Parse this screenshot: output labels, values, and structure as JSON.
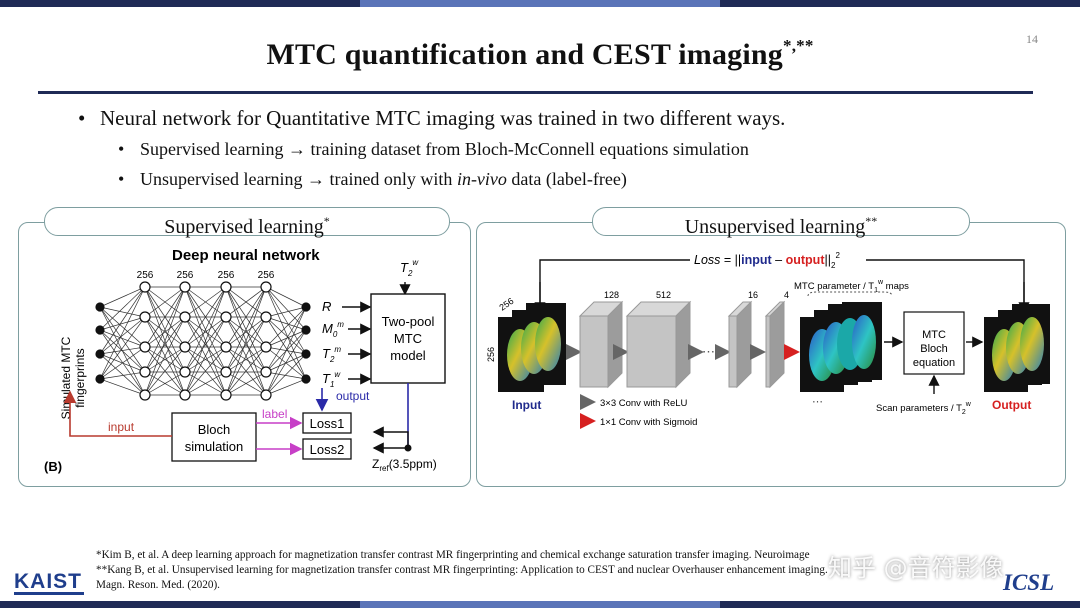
{
  "slide_number": "14",
  "title": "MTC quantification and CEST imaging",
  "title_sup": "*,**",
  "colors": {
    "navy": "#1f2a56",
    "teal_border": "#7e9ea0",
    "red": "#c0392b",
    "purple": "#c73fc7",
    "blue": "#2a2aa8"
  },
  "bullets": {
    "main": "Neural network for Quantitative MTC imaging was trained in two different ways.",
    "sub1": "Supervised learning → training dataset from Bloch-McConnell equations simulation",
    "sub2_pre": "Unsupervised learning → trained only with ",
    "sub2_em": "in-vivo",
    "sub2_post": " data (label-free)"
  },
  "supervised": {
    "label": "Supervised learning",
    "label_sup": "*",
    "heading": "Deep neural network",
    "layer_sizes": [
      "256",
      "256",
      "256",
      "256"
    ],
    "input_label_line1": "Simulated MTC",
    "input_label_line2": "fingerprints",
    "outputs": [
      "R",
      "M",
      "T",
      "T"
    ],
    "output_subs": [
      "",
      "0",
      "2",
      "1"
    ],
    "output_sups": [
      "",
      "m",
      "m",
      "w"
    ],
    "t2w": "T",
    "t2w_sub": "2",
    "t2w_sup": "w",
    "model_line1": "Two-pool",
    "model_line2": "MTC",
    "model_line3": "model",
    "output_word": "output",
    "label_word": "label",
    "input_word": "input",
    "bloch_line1": "Bloch",
    "bloch_line2": "simulation",
    "loss1": "Loss1",
    "loss2": "Loss2",
    "zref": "Z",
    "zref_sub": "ref",
    "zref_post": "(3.5ppm)",
    "panel_tag": "(B)"
  },
  "unsupervised": {
    "label": "Unsupervised learning",
    "label_sup": "**",
    "loss_pre": "Loss",
    "loss_eq": " = ||",
    "loss_input": "input",
    "loss_minus": " – ",
    "loss_output": "output",
    "loss_post": "||",
    "loss_sub": "2",
    "loss_sup": "2",
    "sizes": [
      "256",
      "256",
      "128",
      "512",
      "16",
      "4"
    ],
    "mtc_maps_pre": "MTC parameter / T",
    "mtc_maps_sub": "1",
    "mtc_maps_sup": "w",
    "mtc_maps_post": " maps",
    "eq_line1": "MTC",
    "eq_line2": "Bloch",
    "eq_line3": "equation",
    "scan_pre": "Scan parameters / T",
    "scan_sub": "2",
    "scan_sup": "w",
    "input_label": "Input",
    "output_label": "Output",
    "legend1": "3×3 Conv with ReLU",
    "legend2": "1×1 Conv with Sigmoid"
  },
  "footnotes": {
    "f1": "*Kim B, et al. A deep learning approach for magnetization transfer contrast MR fingerprinting and chemical exchange saturation transfer imaging. Neuroimage",
    "f2": "**Kang B, et al. Unsupervised learning for magnetization transfer contrast MR fingerprinting: Application to CEST and nuclear Overhauser enhancement imaging.",
    "f3": "Magn. Reson. Med. (2020)."
  },
  "logos": {
    "left": "KAIST",
    "right": "ICSL"
  },
  "watermark": "知乎 @音符影像"
}
